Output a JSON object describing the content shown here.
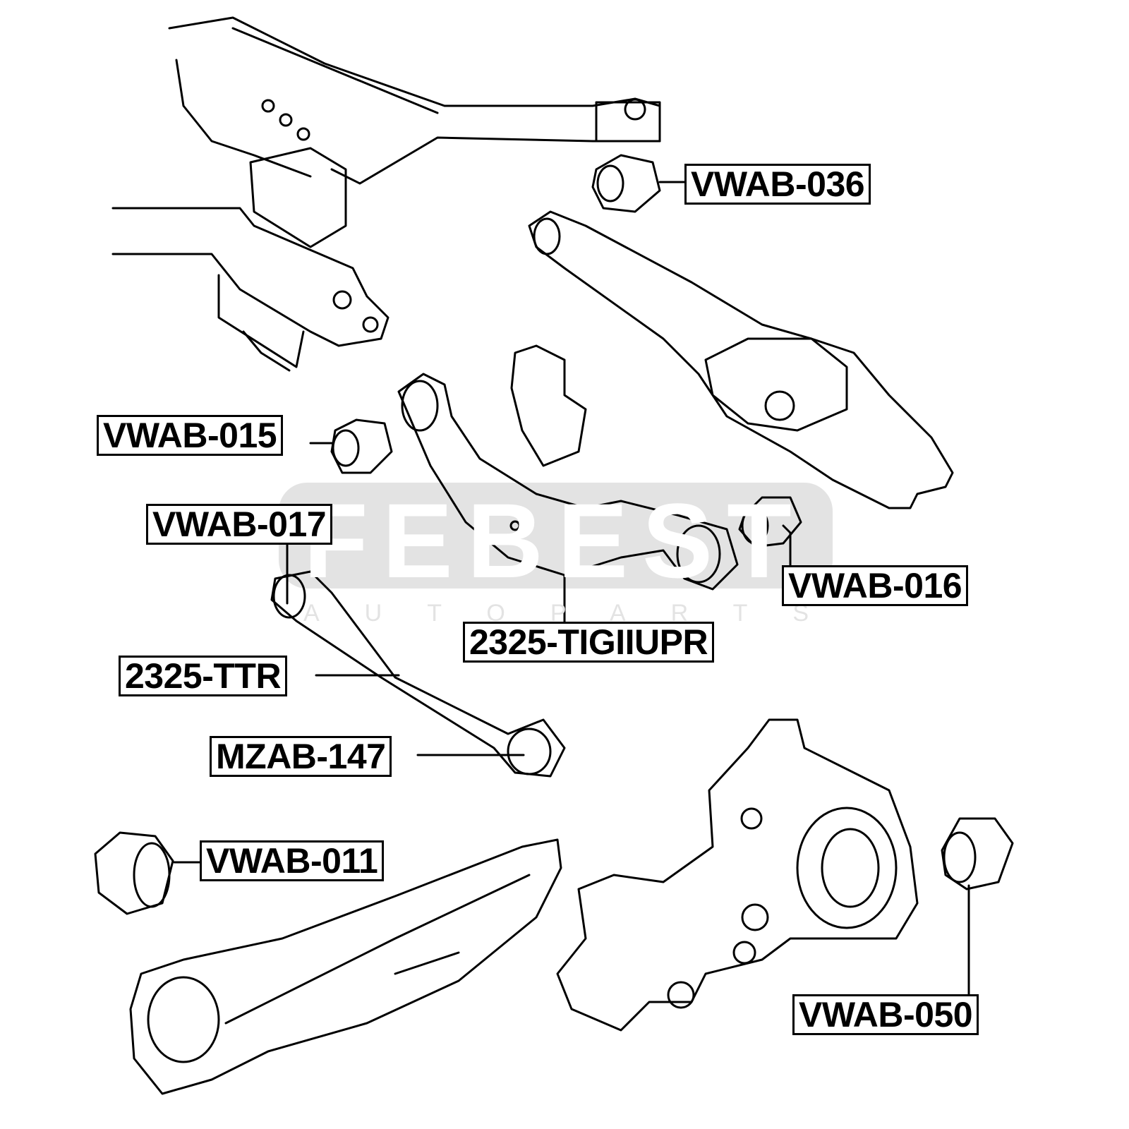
{
  "watermark": {
    "brand": "FEBEST",
    "subtitle": "AUTOPARTS",
    "color": "#e3e3e3"
  },
  "labels": {
    "vwab_036": "VWAB-036",
    "vwab_015": "VWAB-015",
    "vwab_017": "VWAB-017",
    "vwab_016": "VWAB-016",
    "tigiiupr": "2325-TIGIIUPR",
    "ttr": "2325-TTR",
    "mzab_147": "MZAB-147",
    "vwab_011": "VWAB-011",
    "vwab_050": "VWAB-050"
  }
}
